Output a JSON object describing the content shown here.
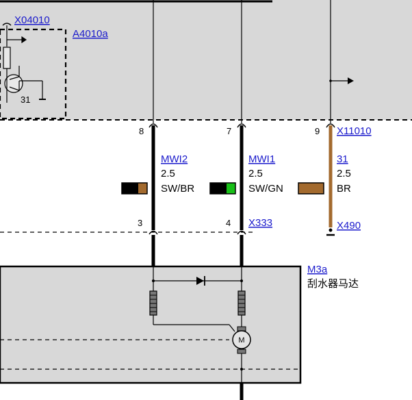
{
  "colors": {
    "component_fill": "#d8d8d8",
    "wire_black": "#000000",
    "wire_brown": "#a36a2e",
    "wire_green": "#18c018",
    "link": "#1a1acc"
  },
  "top_module": {
    "connector": "X04010",
    "component": "A4010a",
    "ground_label": "31"
  },
  "pins": {
    "p8": "8",
    "p7": "7",
    "p9": "9",
    "p3": "3",
    "p4": "4"
  },
  "wires": [
    {
      "name": "MWI2",
      "gauge": "2.5",
      "color_code": "SW/BR"
    },
    {
      "name": "MWI1",
      "gauge": "2.5",
      "color_code": "SW/GN"
    },
    {
      "name": "31",
      "gauge": "2.5",
      "color_code": "BR"
    }
  ],
  "connectors": {
    "right_top": "X11010",
    "mid": "X333",
    "ground": "X490"
  },
  "motor": {
    "component": "M3a",
    "description": "刮水器马达",
    "symbol": "M"
  }
}
